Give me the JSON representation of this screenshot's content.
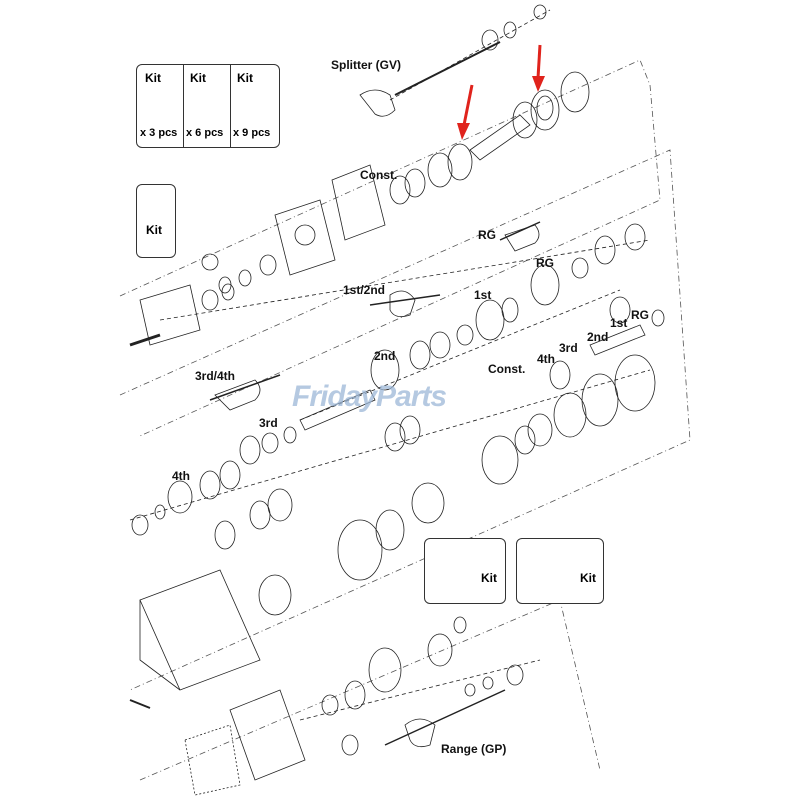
{
  "labels": {
    "splitter": "Splitter (GV)",
    "const_top": "Const.",
    "rg_fork": "RG",
    "rg_gear": "RG",
    "first_second": "1st/2nd",
    "first_gear": "1st",
    "second_gear": "2nd",
    "third_fourth": "3rd/4th",
    "third_gear": "3rd",
    "fourth_gear": "4th",
    "const_mid": "Const.",
    "fourth_right": "4th",
    "third_right": "3rd",
    "second_right": "2nd",
    "first_right": "1st",
    "rg_right": "RG",
    "range": "Range (GP)"
  },
  "kit_table": {
    "headers": [
      "Kit",
      "Kit",
      "Kit"
    ],
    "quantities": [
      "x 3 pcs",
      "x 6 pcs",
      "x 9 pcs"
    ]
  },
  "kit_single": "Kit",
  "kit_bearings_left": "Kit",
  "kit_bearings_right": "Kit",
  "watermark": "FridayParts",
  "colors": {
    "line": "#222222",
    "arrow": "#e0231c",
    "watermark": "#9db8d8"
  }
}
